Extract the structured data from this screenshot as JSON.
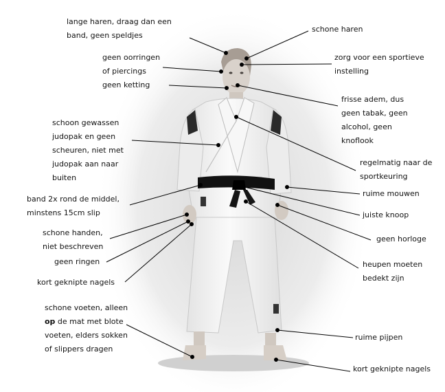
{
  "labels": {
    "long_hair": "lange haren, draag dan een band, geen speldjes",
    "long_hair_l1": "lange haren, draag dan een",
    "long_hair_l2": "band, geen speldjes",
    "clean_hair": "schone haren",
    "no_earrings_l1": "geen oorringen",
    "no_earrings_l2": "of piercings",
    "sporty_l1": "zorg voor een sportieve",
    "sporty_l2": "instelling",
    "no_necklace": "geen ketting",
    "breath_l1": "frisse adem, dus",
    "breath_l2": "geen tabak, geen",
    "breath_l3": "alcohol, geen",
    "breath_l4": "knoflook",
    "judogi_l1": "schoon gewassen",
    "judogi_l2": "judopak en geen",
    "judogi_l3": "scheuren, niet met",
    "judogi_l4": "judopak aan naar",
    "judogi_l5": "buiten",
    "checkup_l1": "regelmatig naar de",
    "checkup_l2": "sportkeuring",
    "sleeves": "ruime mouwen",
    "belt_l1": "band 2x rond de middel,",
    "belt_l2": "minstens 15cm slip",
    "knot": "juiste knoop",
    "hands_l1": "schone handen,",
    "hands_l2": "niet beschreven",
    "no_watch": "geen horloge",
    "no_rings": "geen ringen",
    "hips_l1": "heupen moeten",
    "hips_l2": "bedekt zijn",
    "nails_hands": "kort geknipte nagels",
    "feet_l1": "schone voeten, alleen",
    "feet_l2_bold": "op",
    "feet_l2_rest": " de mat met blote",
    "feet_l3": "voeten, elders sokken",
    "feet_l4": "of slippers dragen",
    "trousers": "ruime pijpen",
    "nails_feet": "kort geknipte nagels"
  },
  "colors": {
    "background": "#ffffff",
    "judogi": "#f4f4f4",
    "belt": "#111111",
    "skin": "#d6cfc8",
    "hair": "#9a9088",
    "leader": "#000000"
  }
}
